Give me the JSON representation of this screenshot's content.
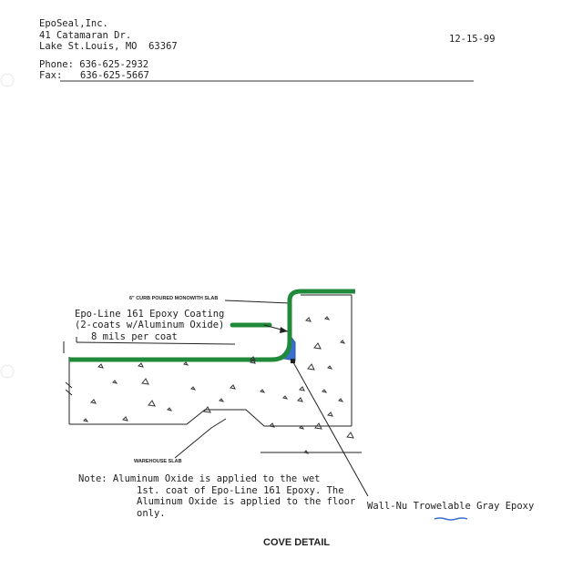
{
  "letterhead": {
    "company": "EpoSeal,Inc.",
    "address1": "41 Catamaran Dr.",
    "address2": "Lake St.Louis, MO  63367",
    "phone": "Phone: 636-625-2932",
    "fax_label": "Fax:",
    "fax_number": "636-625-5667",
    "date": "12-15-99"
  },
  "diagram": {
    "curb_label": "6\" CURB POURED MONOWITH SLAB",
    "coating_line1": "Epo-Line 161 Epoxy Coating",
    "coating_line2": "(2-coats w/Aluminum Oxide)",
    "coating_line3": "8 mils per coat",
    "warehouse_label": "WAREHOUSE SLAB",
    "wall_label": "Wall-Nu Trowelable Gray Epoxy",
    "title": "COVE DETAIL",
    "colors": {
      "coating": "#1f8a3a",
      "cove": "#3a6fd0",
      "line": "#222222"
    }
  },
  "note": {
    "line1": "Note: Aluminum Oxide is applied to the wet",
    "line2": "1st. coat of Epo-Line 161 Epoxy. The",
    "line3": "Aluminum Oxide is applied to the floor",
    "line4": "only."
  }
}
